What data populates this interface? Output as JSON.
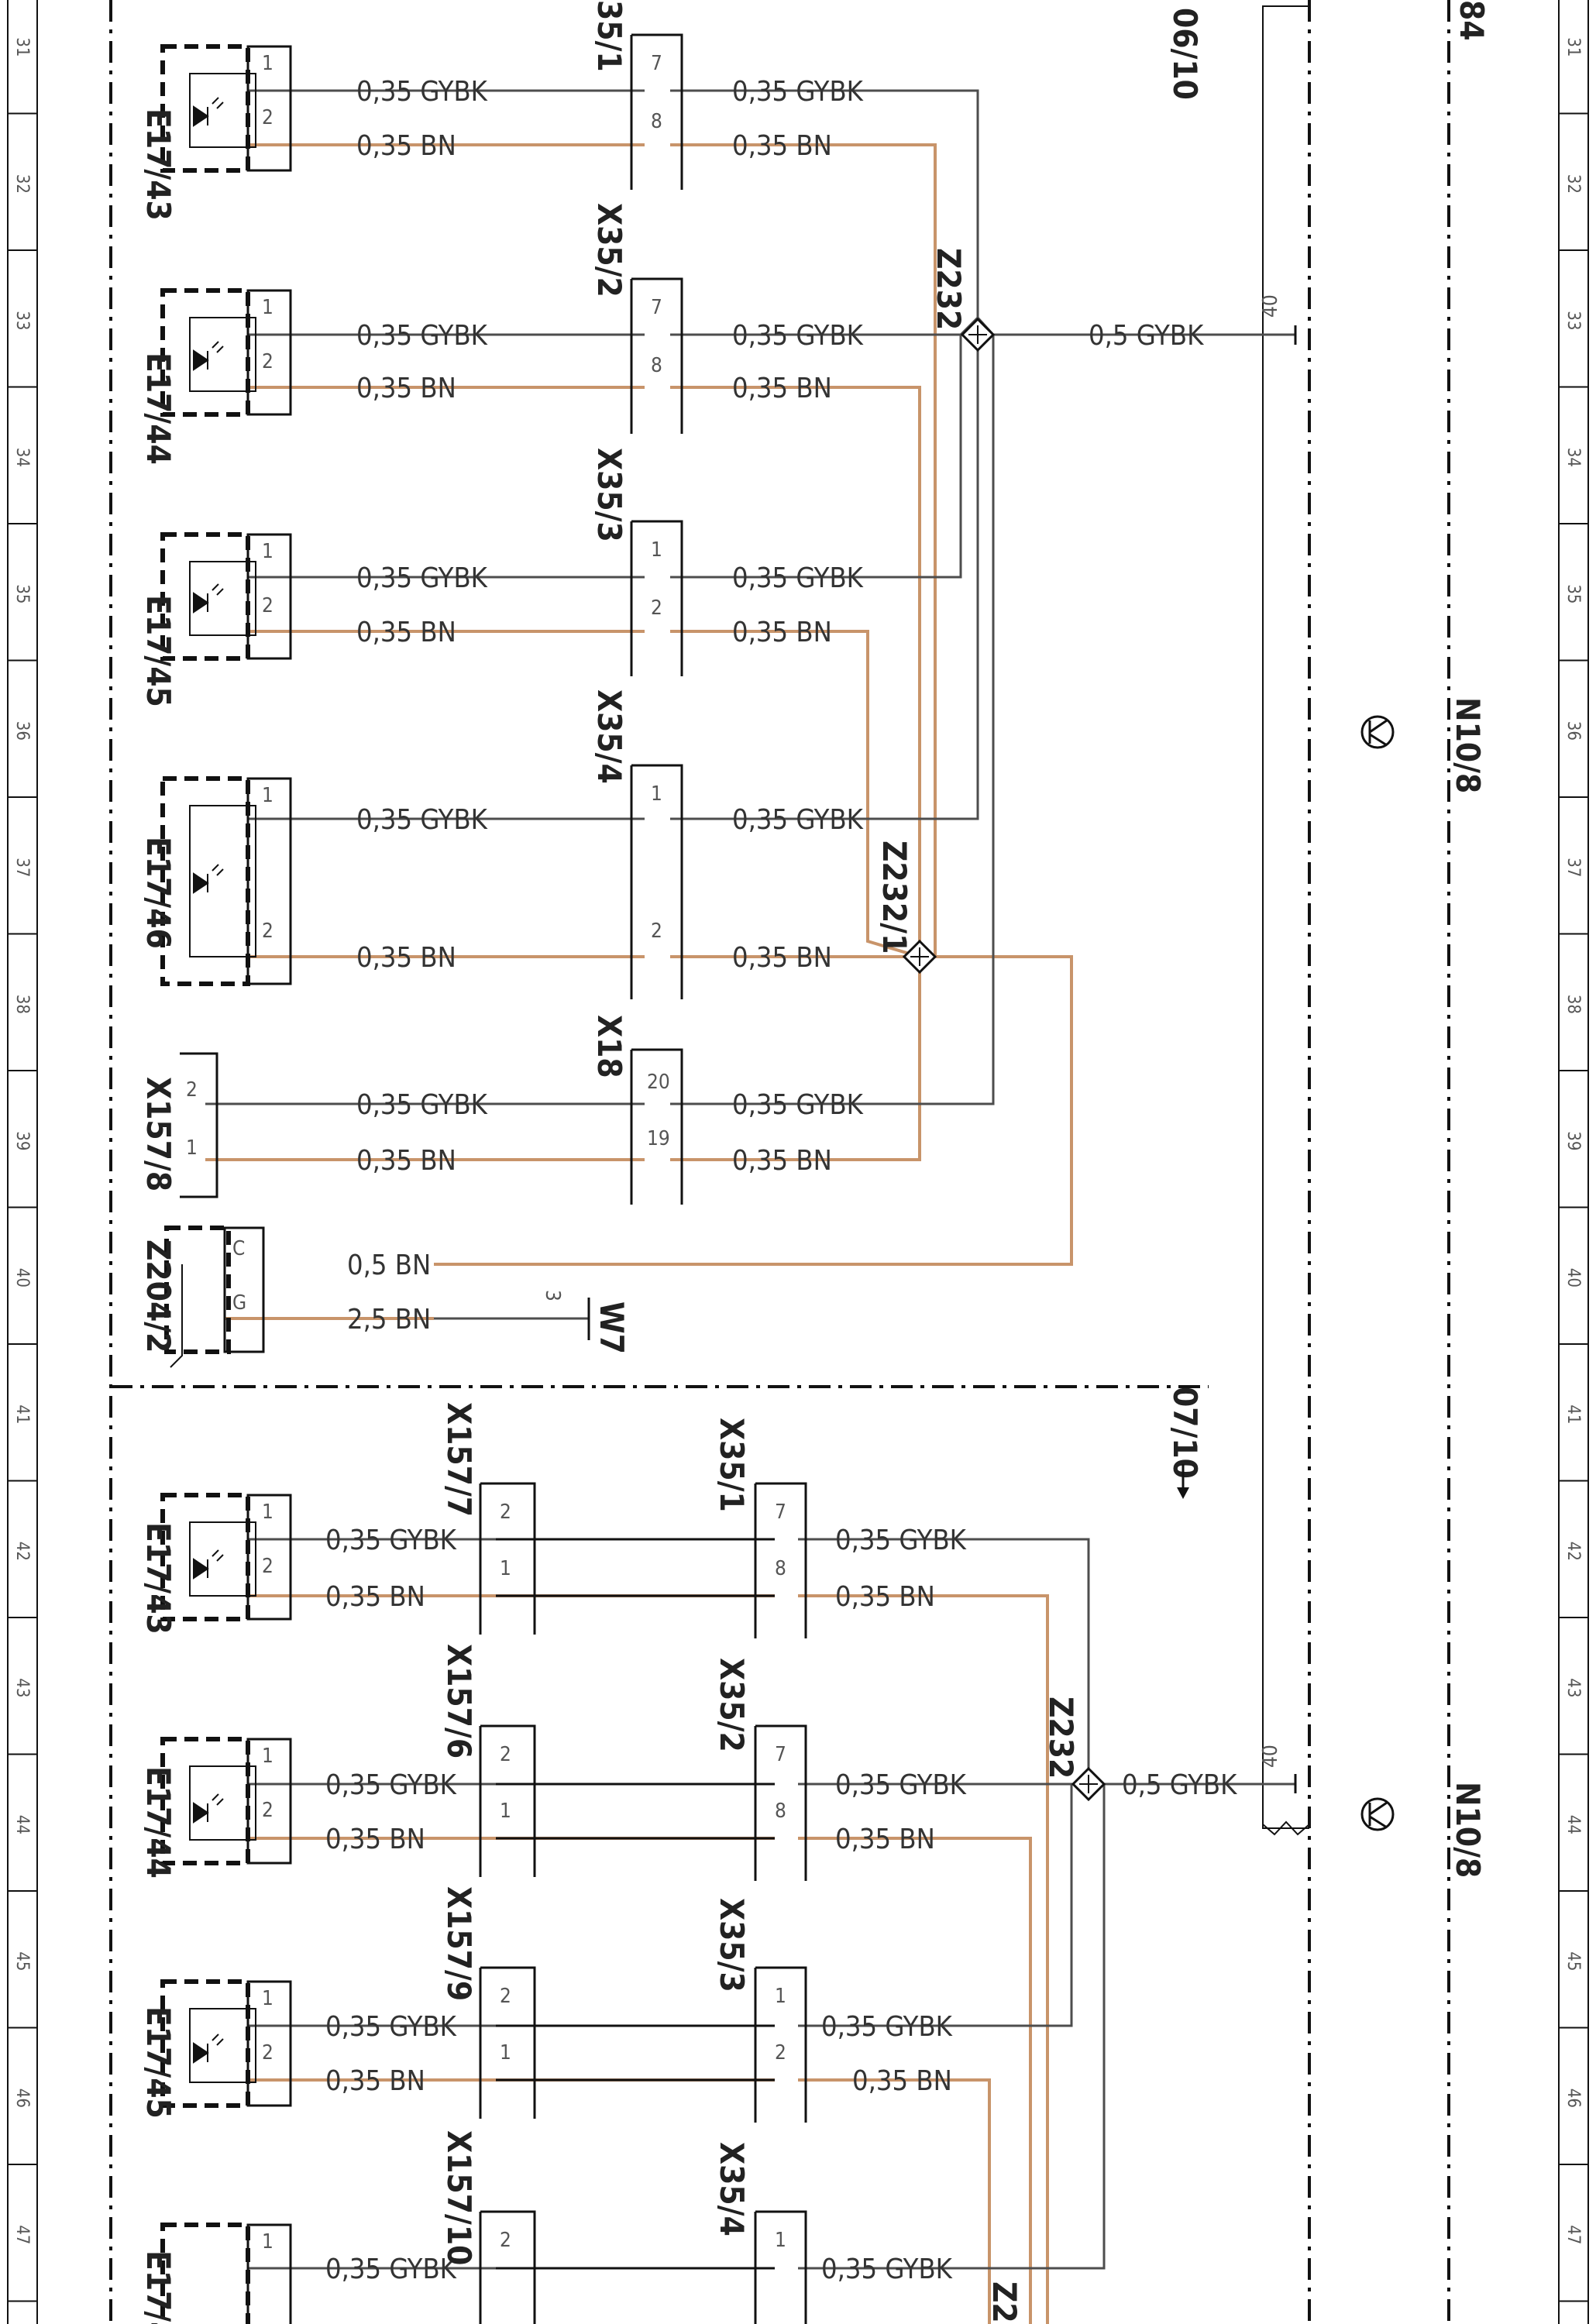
{
  "rows": [
    "31",
    "32",
    "33",
    "34",
    "35",
    "36",
    "37",
    "38",
    "39",
    "40",
    "41",
    "42",
    "43",
    "44",
    "45",
    "46",
    "47"
  ],
  "wires": {
    "gybk_035": "0,35 GYBK",
    "bn_035": "0,35 BN",
    "gybk_05": "0,5 GYBK",
    "bn_05": "0,5 BN",
    "bn_25": "2,5 BN"
  },
  "components": {
    "e17_43": "E17/43",
    "e17_44": "E17/44",
    "e17_45": "E17/45",
    "e17_46": "E17/46",
    "e17_4x": "E17/4",
    "x157_8": "X157/8",
    "x157_7": "X157/7",
    "x157_6": "X157/6",
    "x157_9": "X157/9",
    "x157_10": "X157/10",
    "z204_2": "Z204/2",
    "x35_1": "X35/1",
    "x35_1_partial": "35/1",
    "x35_2": "X35/2",
    "x35_3": "X35/3",
    "x35_4": "X35/4",
    "x18": "X18",
    "z232": "Z232",
    "z232_1": "Z232/1",
    "z2_partial": "Z2",
    "w7": "W7",
    "n10_8": "N10/8"
  },
  "references": {
    "top": "06/10",
    "bottom": "07/10",
    "corner": "84"
  },
  "pins": {
    "p1": "1",
    "p2": "2",
    "p3": "3",
    "p7": "7",
    "p8": "8",
    "p19": "19",
    "p20": "20",
    "p40": "40",
    "pC": "C",
    "pG": "G"
  },
  "colors": {
    "wire_black": "#4d4d4d",
    "wire_brown": "#c8946a",
    "frame": "#111111",
    "background": "#ffffff"
  }
}
